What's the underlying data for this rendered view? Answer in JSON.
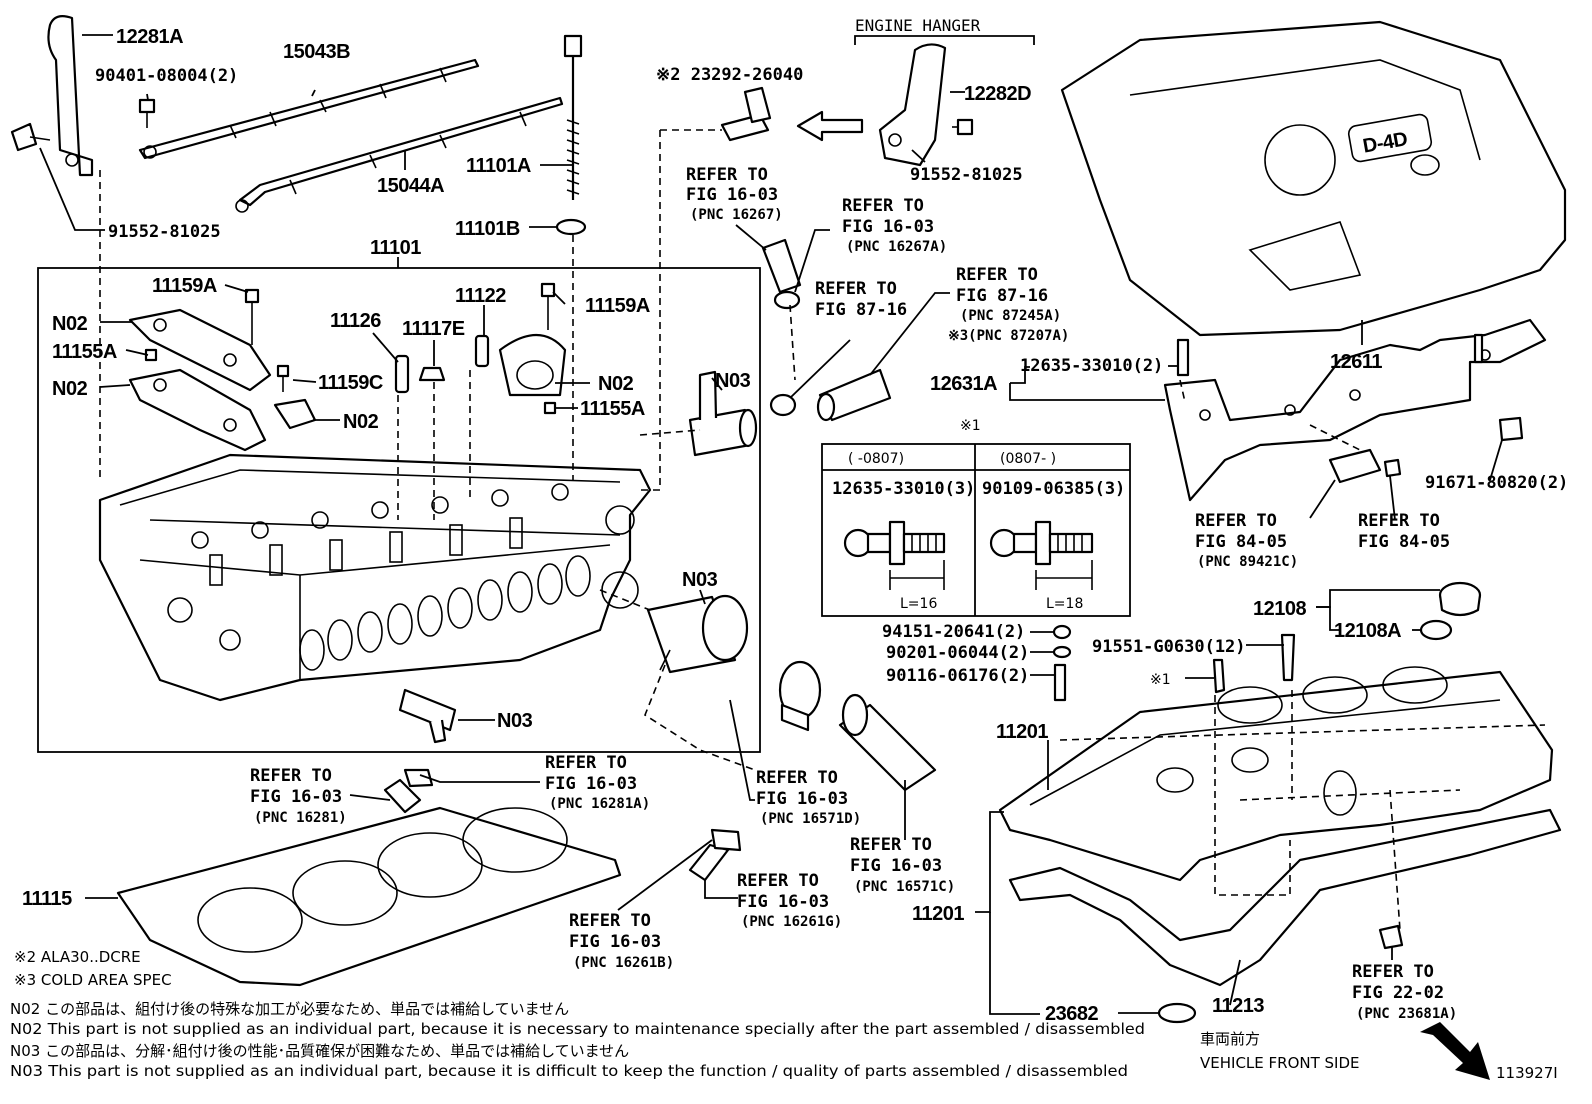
{
  "diagram_id": "113927I",
  "header": {
    "engine_hanger": "ENGINE HANGER"
  },
  "parts": {
    "p12281A": "12281A",
    "p90401": "90401-08004(2)",
    "p15043B": "15043B",
    "p15044A": "15044A",
    "p11101A": "11101A",
    "p11101B": "11101B",
    "p11101": "11101",
    "p91552_left": "91552-81025",
    "p23292": "※2 23292-26040",
    "p12282D": "12282D",
    "p91552_right": "91552-81025",
    "p11159A_1": "11159A",
    "p11159A_2": "11159A",
    "p11159C": "11159C",
    "p11155A_1": "11155A",
    "p11155A_2": "11155A",
    "p11126": "11126",
    "p11117E": "11117E",
    "p11122": "11122",
    "n02_1": "N02",
    "n02_2": "N02",
    "n02_3": "N02",
    "n02_4": "N02",
    "n03_1": "N03",
    "n03_2": "N03",
    "n03_3": "N03",
    "p12611": "12611",
    "p12631A": "12631A",
    "p12635_2": "12635-33010(2)",
    "p91671": "91671-80820(2)",
    "p12108": "12108",
    "p12108A": "12108A",
    "p94151": "94151-20641(2)",
    "p90201": "90201-06044(2)",
    "p90116": "90116-06176(2)",
    "p91551": "91551-G0630(12)",
    "star1": "※1",
    "p11201_top": "11201",
    "p11201_bot": "11201",
    "p11213": "11213",
    "p23682": "23682",
    "p11115": "11115"
  },
  "refs": {
    "r16267": {
      "l1": "REFER TO",
      "l2": "FIG 16-03",
      "l3": "(PNC 16267)"
    },
    "r16267A": {
      "l1": "REFER TO",
      "l2": "FIG 16-03",
      "l3": "(PNC 16267A)"
    },
    "r8716": {
      "l1": "REFER TO",
      "l2": "FIG 87-16"
    },
    "r87245A": {
      "l1": "REFER TO",
      "l2": "FIG 87-16",
      "l3": "(PNC 87245A)",
      "l4": "※3(PNC 87207A)"
    },
    "r89421C": {
      "l1": "REFER TO",
      "l2": "FIG 84-05",
      "l3": "(PNC 89421C)"
    },
    "r8405": {
      "l1": "REFER TO",
      "l2": "FIG 84-05"
    },
    "r16281": {
      "l1": "REFER TO",
      "l2": "FIG 16-03",
      "l3": "(PNC 16281)"
    },
    "r16281A": {
      "l1": "REFER TO",
      "l2": "FIG 16-03",
      "l3": "(PNC 16281A)"
    },
    "r16571D": {
      "l1": "REFER TO",
      "l2": "FIG 16-03",
      "l3": "(PNC 16571D)"
    },
    "r16571C": {
      "l1": "REFER TO",
      "l2": "FIG 16-03",
      "l3": "(PNC 16571C)"
    },
    "r16261G": {
      "l1": "REFER TO",
      "l2": "FIG 16-03",
      "l3": "(PNC 16261G)"
    },
    "r16261B": {
      "l1": "REFER TO",
      "l2": "FIG 16-03",
      "l3": "(PNC 16261B)"
    },
    "r23681A": {
      "l1": "REFER TO",
      "l2": "FIG 22-02",
      "l3": "(PNC 23681A)"
    }
  },
  "inset": {
    "mark": "※1",
    "col1_header": "(    -0807)",
    "col2_header": "(0807-    )",
    "col1_part": "12635-33010(3)",
    "col2_part": "90109-06385(3)",
    "col1_len": "L=16",
    "col2_len": "L=18"
  },
  "cover_badge": "D-4D",
  "footnotes": {
    "star2": "※2  ALA30..DCRE",
    "star3": "※3 COLD AREA SPEC",
    "n02_jp": "N02  この部品は、組付け後の特殊な加工が必要なため、単品では補給していません",
    "n02_en": "N02  This part is not supplied as an individual part, because it is necessary to maintenance specially after the part assembled / disassembled",
    "n03_jp": "N03  この部品は、分解･組付け後の性能･品質確保が困難なため、単品では補給していません",
    "n03_en": "N03  This part is not supplied as an individual part, because it is difficult to keep the function / quality of parts  assembled / disassembled"
  },
  "front": {
    "jp": "車両前方",
    "en": "VEHICLE FRONT SIDE"
  }
}
